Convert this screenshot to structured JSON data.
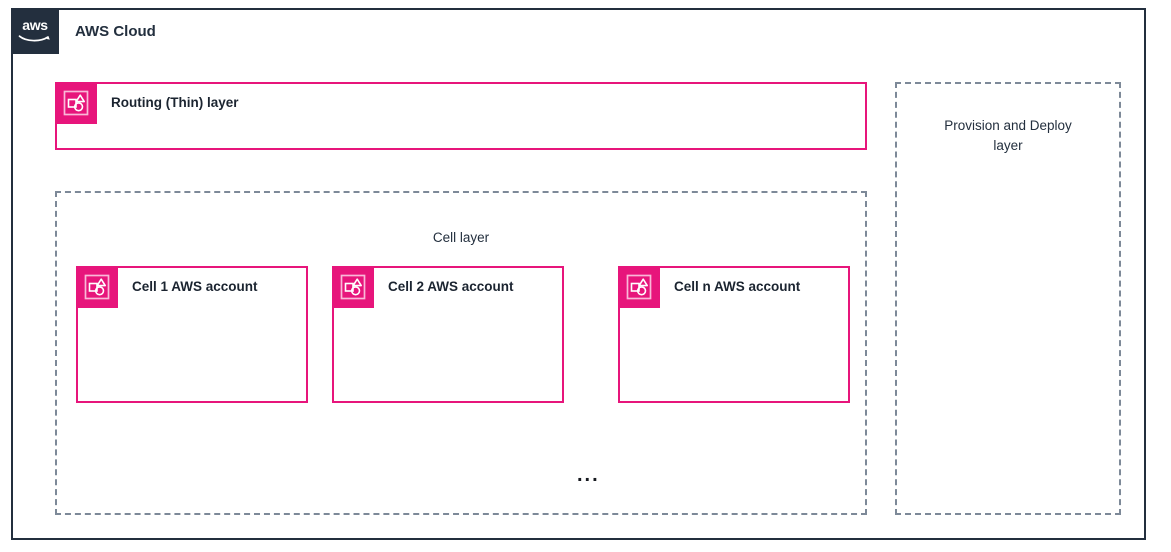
{
  "cloud": {
    "title": "AWS Cloud",
    "logo_text": "aws",
    "logo_icon": "aws-smile-logo"
  },
  "routing_layer": {
    "label": "Routing (Thin) layer",
    "icon": "aws-generic-resources-icon"
  },
  "cell_layer": {
    "title": "Cell layer",
    "ellipsis": "...",
    "cells": [
      {
        "label": "Cell 1 AWS account",
        "icon": "aws-generic-resources-icon"
      },
      {
        "label": "Cell 2 AWS account",
        "icon": "aws-generic-resources-icon"
      },
      {
        "label": "Cell n AWS account",
        "icon": "aws-generic-resources-icon"
      }
    ]
  },
  "provision_layer": {
    "title_line1": "Provision and Deploy",
    "title_line2": "layer"
  },
  "colors": {
    "aws_navy": "#232f3e",
    "accent_pink": "#e7157b",
    "dashed_gray": "#7d8998",
    "background": "#ffffff"
  }
}
